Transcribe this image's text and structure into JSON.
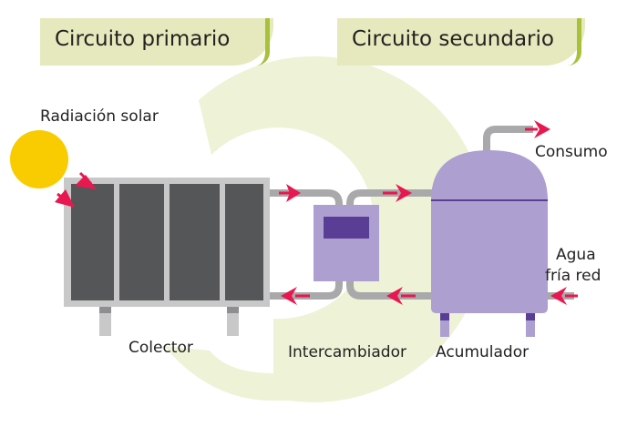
{
  "tabs": {
    "primary": "Circuito primario",
    "secondary": "Circuito secundario"
  },
  "labels": {
    "solar": "Radiación solar",
    "consumption": "Consumo",
    "cold_water_line1": "Agua",
    "cold_water_line2": "fría red",
    "collector": "Colector",
    "exchanger": "Intercambiador",
    "accumulator": "Acumulador"
  },
  "colors": {
    "background_arc": "#eef2d6",
    "tab_fill": "#e6e9bd",
    "tab_accent": "#a8c13a",
    "sun": "#f8cc00",
    "collector_panel": "#555658",
    "collector_frame": "#c8c8c8",
    "pipe": "#a9a9ab",
    "tank": "#ad9fd0",
    "tank_dark": "#5a3e96",
    "arrow": "#e8174f"
  },
  "icons": {
    "sun": "sun-icon",
    "arrow": "flow-arrow-icon"
  }
}
